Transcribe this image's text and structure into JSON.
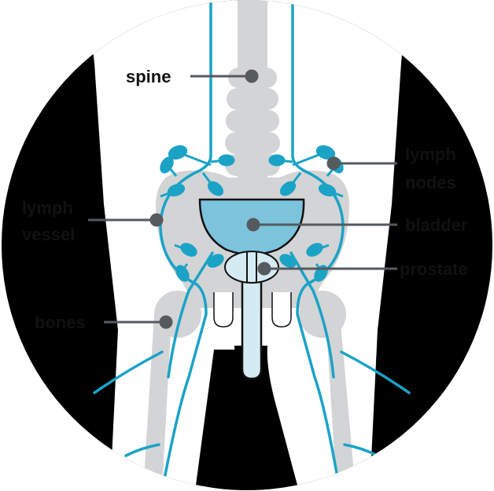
{
  "labels": {
    "spine": "spine",
    "lymph_nodes_1": "lymph",
    "lymph_nodes_2": "nodes",
    "lymph_vessel_1": "lymph",
    "lymph_vessel_2": "vessel",
    "bladder": "bladder",
    "prostate": "prostate",
    "bones": "bones"
  },
  "colors": {
    "frame": "#000000",
    "body": "#ffffff",
    "bone": "#d3d4d6",
    "lymph": "#1ba3c6",
    "bladder": "#7cc3dc",
    "prostate": "#d5ebf3",
    "label": "#111111",
    "pointer": "#555a5f"
  }
}
